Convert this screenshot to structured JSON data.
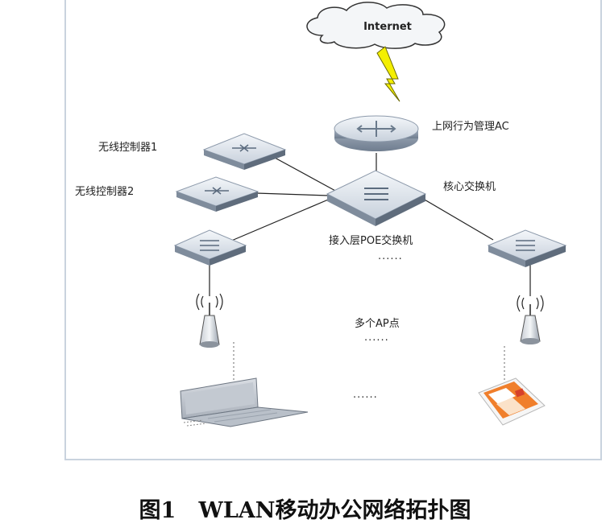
{
  "diagram": {
    "internet_label": "Internet",
    "ac_label": "上网行为管理AC",
    "wireless_ctrl_1": "无线控制器1",
    "wireless_ctrl_2": "无线控制器2",
    "core_switch_label": "核心交换机",
    "access_switch_label": "接入层POE交换机",
    "ap_label": "多个AP点",
    "ellipsis_switch": "......",
    "ellipsis_ap": "......",
    "ellipsis_devices": "......"
  },
  "caption": {
    "figure_no": "图1",
    "title": "WLAN移动办公网络拓扑图"
  },
  "colors": {
    "device_top": "#e6ebf1",
    "device_side": "#8d9aab",
    "lightning": "#f4ef00",
    "frame_border": "#c9d3de"
  }
}
